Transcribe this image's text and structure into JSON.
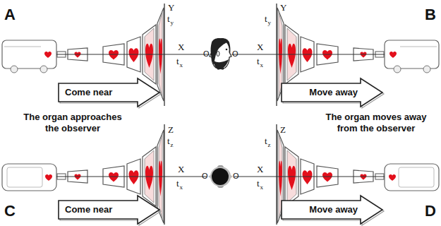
{
  "diagram": {
    "nodes": [
      {
        "text": [
          "Come near"
        ]
      },
      {
        "text": [
          "Move away"
        ]
      },
      {
        "text": [
          "Come near"
        ]
      },
      {
        "text": [
          "Move away"
        ]
      }
    ],
    "labels": [
      "A",
      "B",
      "The organ approaches the observer",
      "The organ moves away from the observer",
      "C",
      "D",
      "Y",
      "t",
      "y",
      "X",
      "t",
      "x",
      "O",
      "Y",
      "t",
      "y",
      "X",
      "t",
      "x",
      "O",
      "Z",
      "t",
      "z",
      "X",
      "t",
      "x",
      "O",
      "Z",
      "t",
      "z",
      "X",
      "t",
      "x",
      "O"
    ]
  }
}
